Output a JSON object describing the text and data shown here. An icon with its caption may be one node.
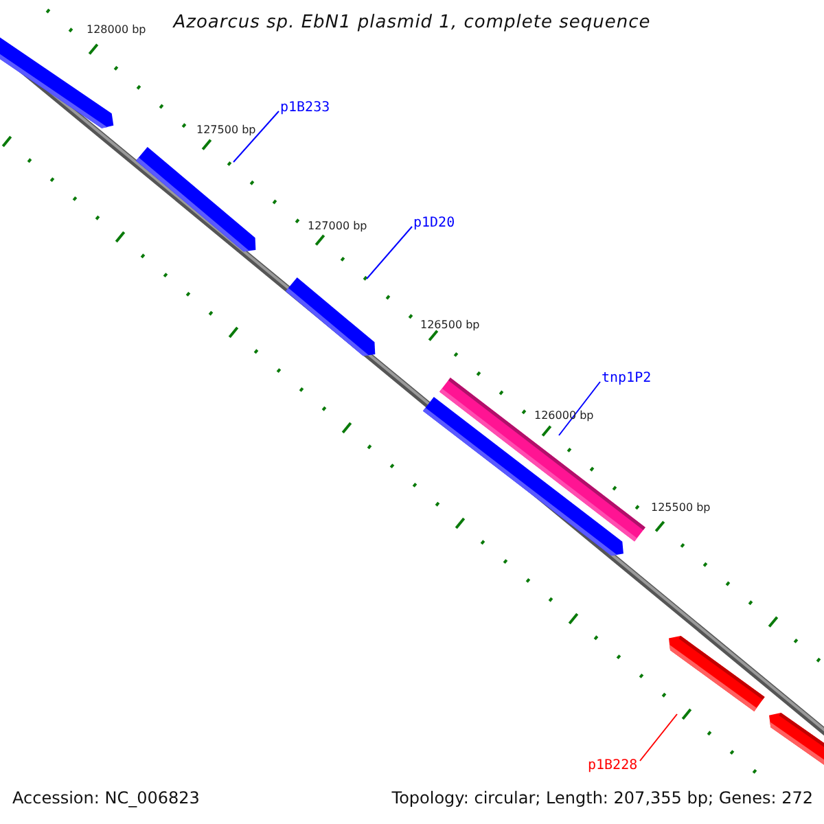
{
  "diagram": {
    "title": "Azoarcus sp. EbN1 plasmid 1, complete sequence",
    "nodes": [
      {
        "text": [
          "p1B233"
        ]
      },
      {
        "text": [
          "p1D20"
        ]
      },
      {
        "text": [
          "tnp1P2"
        ]
      },
      {
        "text": [
          "p1B228"
        ]
      },
      {
        "text": [],
        "shape": "bar"
      },
      {
        "text": [],
        "shape": "bar"
      },
      {
        "text": [],
        "shape": "bar"
      },
      {
        "text": [],
        "shape": "bar"
      },
      {
        "text": [],
        "shape": "bar"
      },
      {
        "text": [],
        "shape": "bar"
      },
      {
        "text": [],
        "shape": "bar"
      }
    ],
    "edges": [
      {
        "from": 0,
        "to": 5,
        "arrow": "none"
      },
      {
        "from": 1,
        "to": 6,
        "arrow": "none"
      },
      {
        "from": 2,
        "to": 7,
        "arrow": "none"
      },
      {
        "from": 3,
        "to": 9,
        "arrow": "none",
        "color": "#ff0000"
      }
    ],
    "labels": [
      "128000 bp",
      "127500 bp",
      "127000 bp",
      "126500 bp",
      "126000 bp",
      "125500 bp",
      "Accession: NC_006823",
      "Topology: circular; Length: 207,355 bp; Genes: 272"
    ]
  }
}
